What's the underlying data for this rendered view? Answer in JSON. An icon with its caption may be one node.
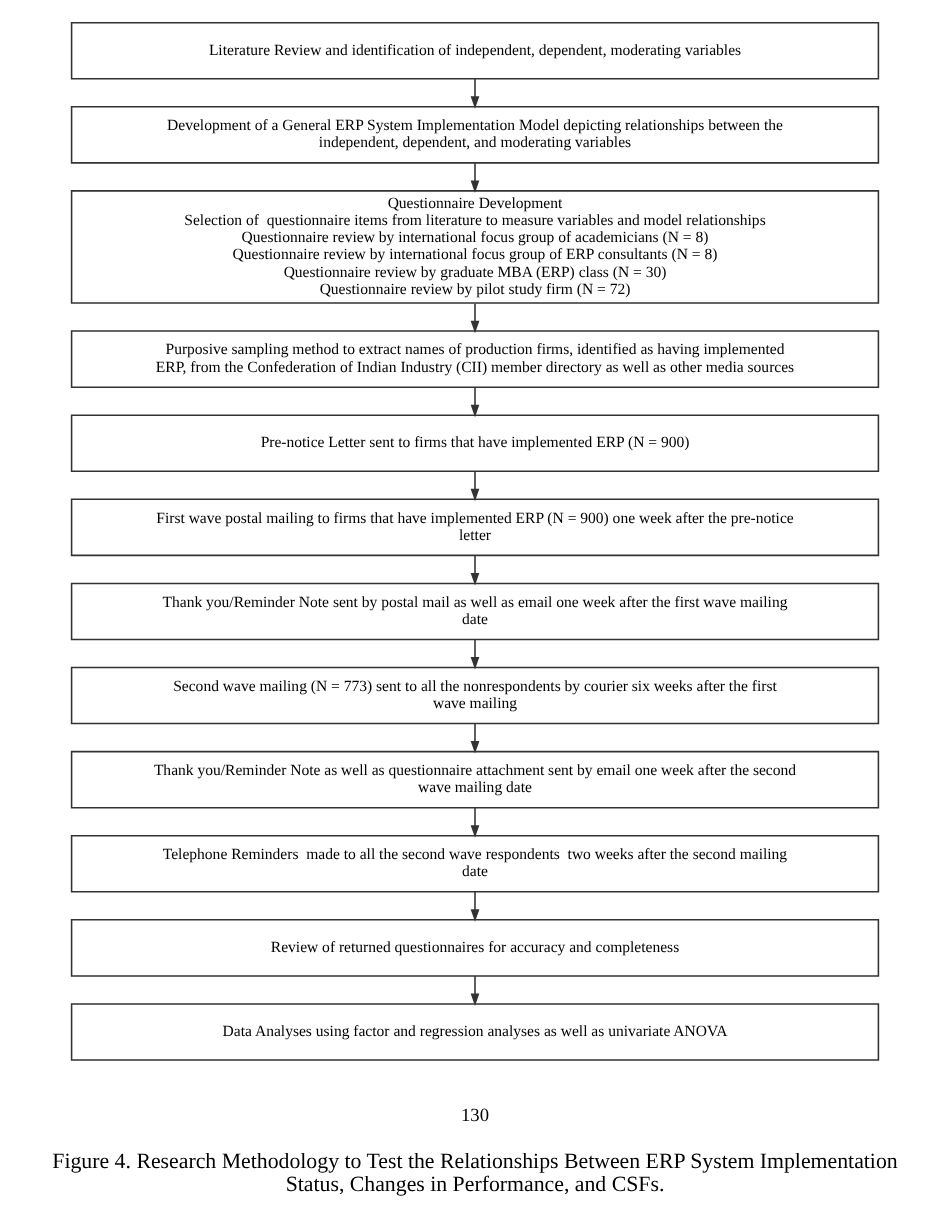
{
  "diagram": {
    "caption": "Figure 4. Research Methodology to Test the Relationships Between ERP System Implementation Status, Changes in Performance, and CSFs.",
    "nodes": [
      {
        "text": [
          "Literature Review and identification of independent, dependent, moderating variables"
        ]
      },
      {
        "text": [
          "Development of a General ERP System Implementation Model depicting relationships between the independent, dependent, and moderating variables"
        ]
      },
      {
        "text": [
          "Questionnaire Development",
          "Selection of  questionnaire items from literature to measure variables and model relationships",
          "Questionnaire review by international focus group of academicians (N = 8)",
          "Questionnaire review by international focus group of ERP consultants (N = 8)",
          "Questionnaire review by graduate MBA (ERP) class (N = 30)",
          "Questionnaire review by pilot study firm (N = 72)"
        ]
      },
      {
        "text": [
          "Purposive sampling method to extract names of production firms, identified as having implemented ERP, from the Confederation of Indian Industry (CII) member directory as well as other media sources"
        ]
      },
      {
        "text": [
          "Pre-notice Letter sent to firms that have implemented ERP (N = 900)"
        ]
      },
      {
        "text": [
          "First wave postal mailing to firms that have implemented ERP (N = 900) one week after the pre-notice letter"
        ]
      },
      {
        "text": [
          "Thank you/Reminder Note sent by postal mail as well as email one week after the first wave mailing date"
        ]
      },
      {
        "text": [
          "Second wave mailing (N = 773) sent to all the nonrespondents by courier six weeks after the first wave mailing"
        ]
      },
      {
        "text": [
          "Thank you/Reminder Note as well as questionnaire attachment sent by email one week after the second wave mailing date"
        ]
      },
      {
        "text": [
          "Telephone Reminders  made to all the second wave respondents  two weeks after the second mailing date"
        ]
      },
      {
        "text": [
          "Review of returned questionnaires for accuracy and completeness"
        ]
      },
      {
        "text": [
          "Data Analyses using factor and regression analyses as well as univariate ANOVA"
        ]
      }
    ],
    "edges": [
      {
        "from": 0,
        "to": 1,
        "arrow": "to"
      },
      {
        "from": 1,
        "to": 2,
        "arrow": "to"
      },
      {
        "from": 2,
        "to": 3,
        "arrow": "to"
      },
      {
        "from": 3,
        "to": 4,
        "arrow": "to"
      },
      {
        "from": 4,
        "to": 5,
        "arrow": "to"
      },
      {
        "from": 5,
        "to": 6,
        "arrow": "to"
      },
      {
        "from": 6,
        "to": 7,
        "arrow": "to"
      },
      {
        "from": 7,
        "to": 8,
        "arrow": "to"
      },
      {
        "from": 8,
        "to": 9,
        "arrow": "to"
      },
      {
        "from": 9,
        "to": 10,
        "arrow": "to"
      },
      {
        "from": 10,
        "to": 11,
        "arrow": "to"
      }
    ],
    "labels": [
      "130"
    ]
  }
}
